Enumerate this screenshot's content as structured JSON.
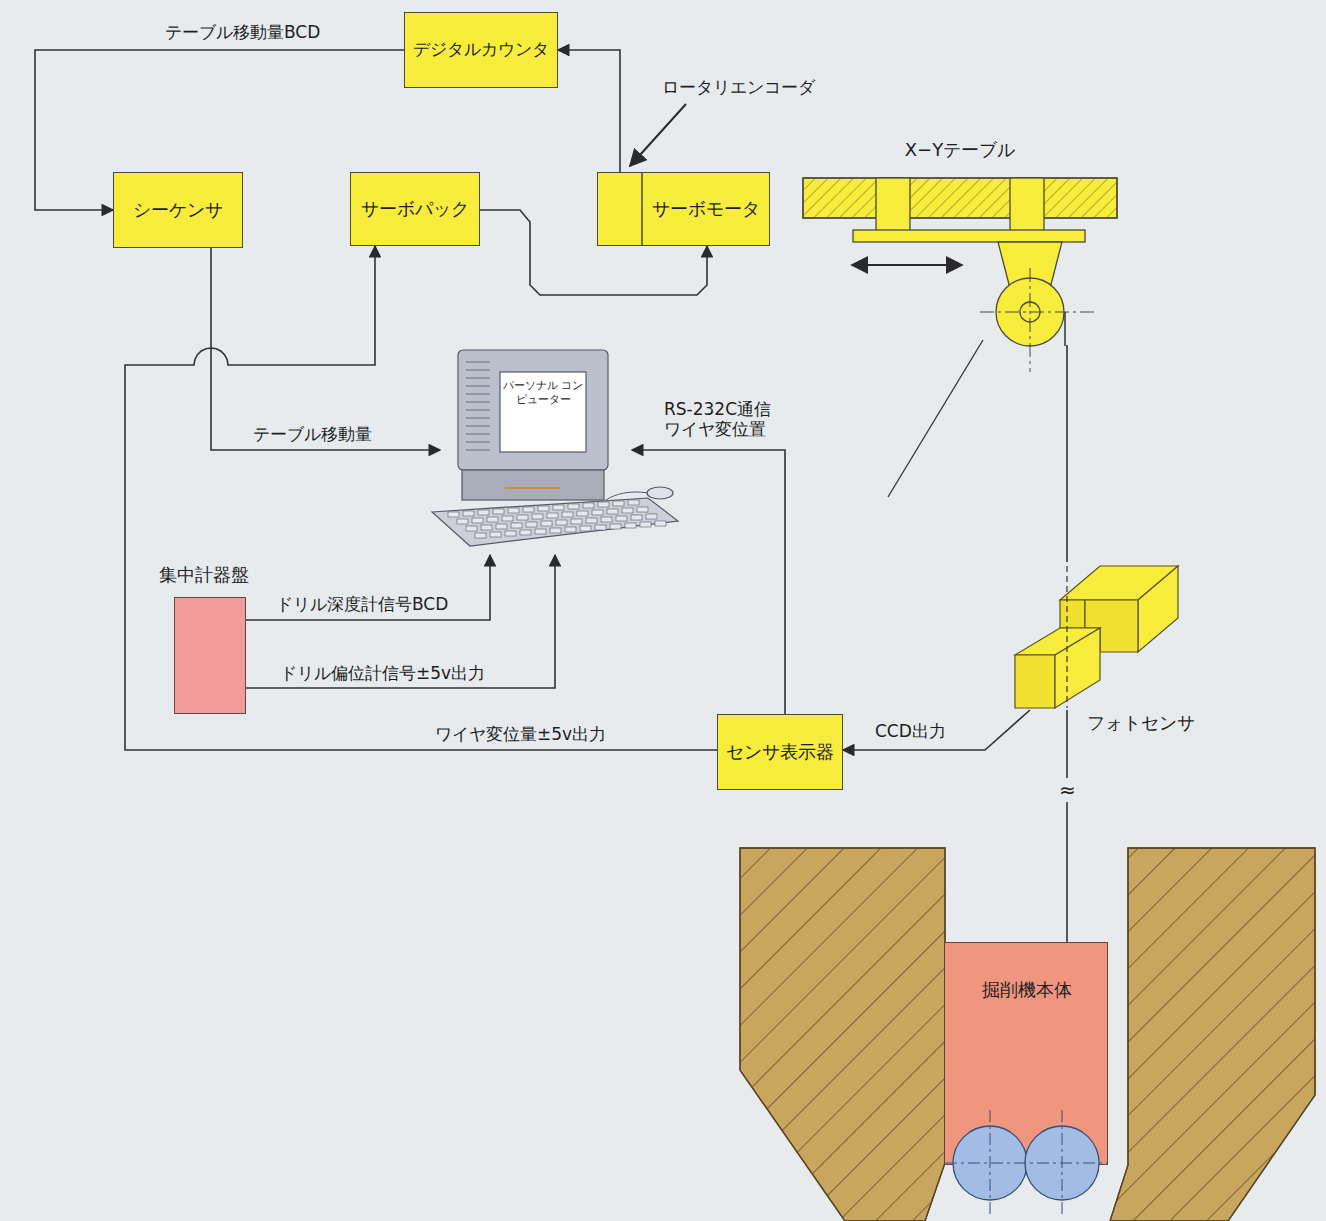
{
  "diagram": {
    "nodes": [
      {
        "text": [
          "デジタルカウンタ"
        ]
      },
      {
        "text": [
          "シーケンサ"
        ]
      },
      {
        "text": [
          "サーボパック"
        ]
      },
      {
        "text": [
          "サーボモータ"
        ]
      },
      {
        "text": [
          "X−Yテーブル"
        ]
      },
      {
        "text": [
          "パーソナル コンピューター"
        ]
      },
      {
        "text": [
          "集中計器盤"
        ]
      },
      {
        "text": [
          "フォトセンサ"
        ]
      },
      {
        "text": [
          "センサ表示器"
        ]
      },
      {
        "text": [
          "掘削機本体"
        ]
      }
    ],
    "edges": [
      {
        "from": 0,
        "to": 1,
        "arrow": "to",
        "label": "テーブル移動量BCD"
      },
      {
        "from": 3,
        "to": 0,
        "arrow": "to"
      },
      {
        "from": 2,
        "to": 3,
        "arrow": "to"
      },
      {
        "from": 1,
        "to": 5,
        "arrow": "to",
        "label": "テーブル移動量"
      },
      {
        "from": 8,
        "to": 2,
        "arrow": "to",
        "label": "ワイヤ変位量±5v出力"
      },
      {
        "from": 8,
        "to": 5,
        "arrow": "to",
        "label": "RS-232C通信 ワイヤ変位置"
      },
      {
        "from": 6,
        "to": 5,
        "arrow": "to",
        "label": "ドリル深度計信号BCD"
      },
      {
        "from": 6,
        "to": 5,
        "arrow": "to",
        "label": "ドリル偏位計信号±5v出力"
      },
      {
        "from": 7,
        "to": 8,
        "arrow": "to",
        "label": "CCD出力"
      },
      {
        "from": 4,
        "to": 7,
        "arrow": "none"
      },
      {
        "from": 7,
        "to": 9,
        "arrow": "none",
        "label": "≈"
      }
    ],
    "labels": [
      "ロータリエンコーダ"
    ]
  }
}
